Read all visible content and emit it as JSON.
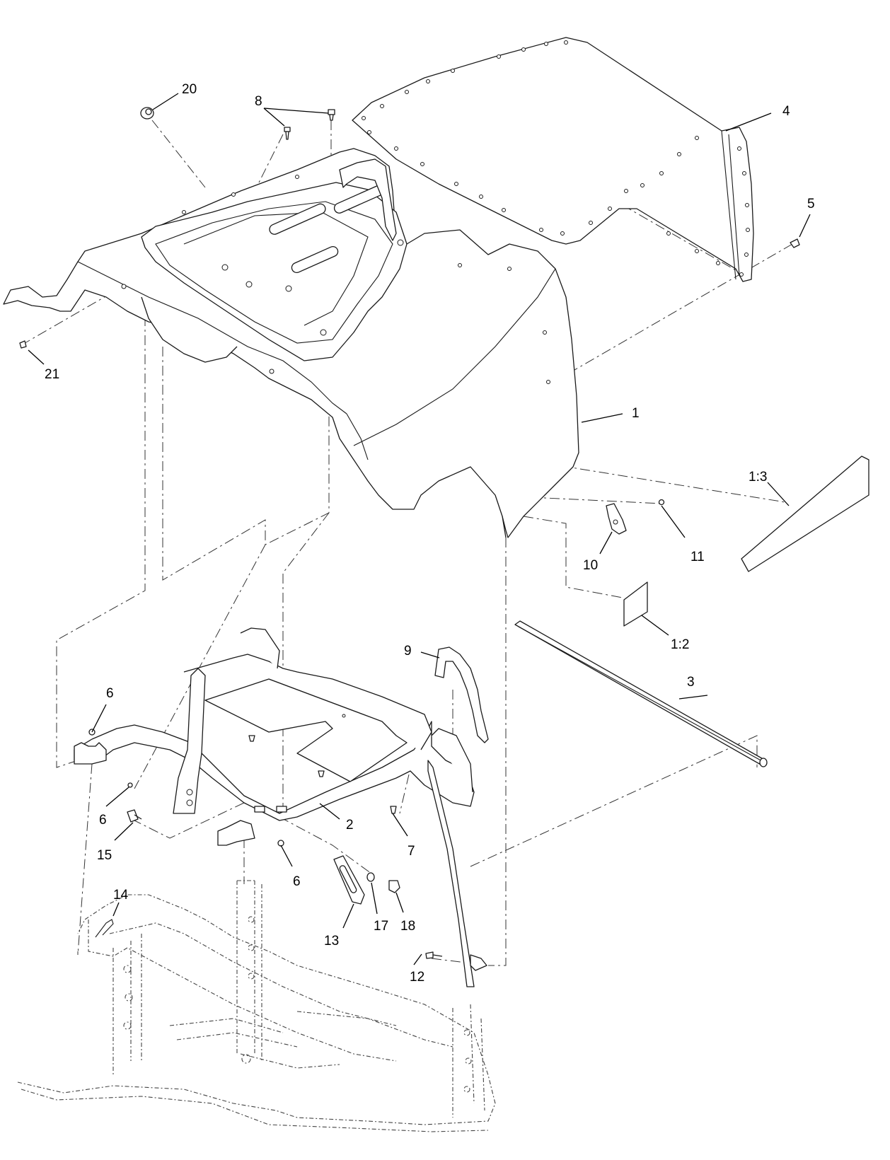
{
  "callouts": [
    {
      "id": "c1",
      "text": "1"
    },
    {
      "id": "c2",
      "text": "2"
    },
    {
      "id": "c3",
      "text": "3"
    },
    {
      "id": "c4",
      "text": "4"
    },
    {
      "id": "c5",
      "text": "5"
    },
    {
      "id": "c6a",
      "text": "6"
    },
    {
      "id": "c6b",
      "text": "6"
    },
    {
      "id": "c6c",
      "text": "6"
    },
    {
      "id": "c7",
      "text": "7"
    },
    {
      "id": "c8",
      "text": "8"
    },
    {
      "id": "c9",
      "text": "9"
    },
    {
      "id": "c10",
      "text": "10"
    },
    {
      "id": "c11",
      "text": "11"
    },
    {
      "id": "c12",
      "text": "12"
    },
    {
      "id": "c13",
      "text": "13"
    },
    {
      "id": "c14",
      "text": "14"
    },
    {
      "id": "c15",
      "text": "15"
    },
    {
      "id": "c17",
      "text": "17"
    },
    {
      "id": "c18",
      "text": "18"
    },
    {
      "id": "c20",
      "text": "20"
    },
    {
      "id": "c21",
      "text": "21"
    },
    {
      "id": "c12b",
      "text": "1:2"
    },
    {
      "id": "c13b",
      "text": "1:3"
    }
  ]
}
